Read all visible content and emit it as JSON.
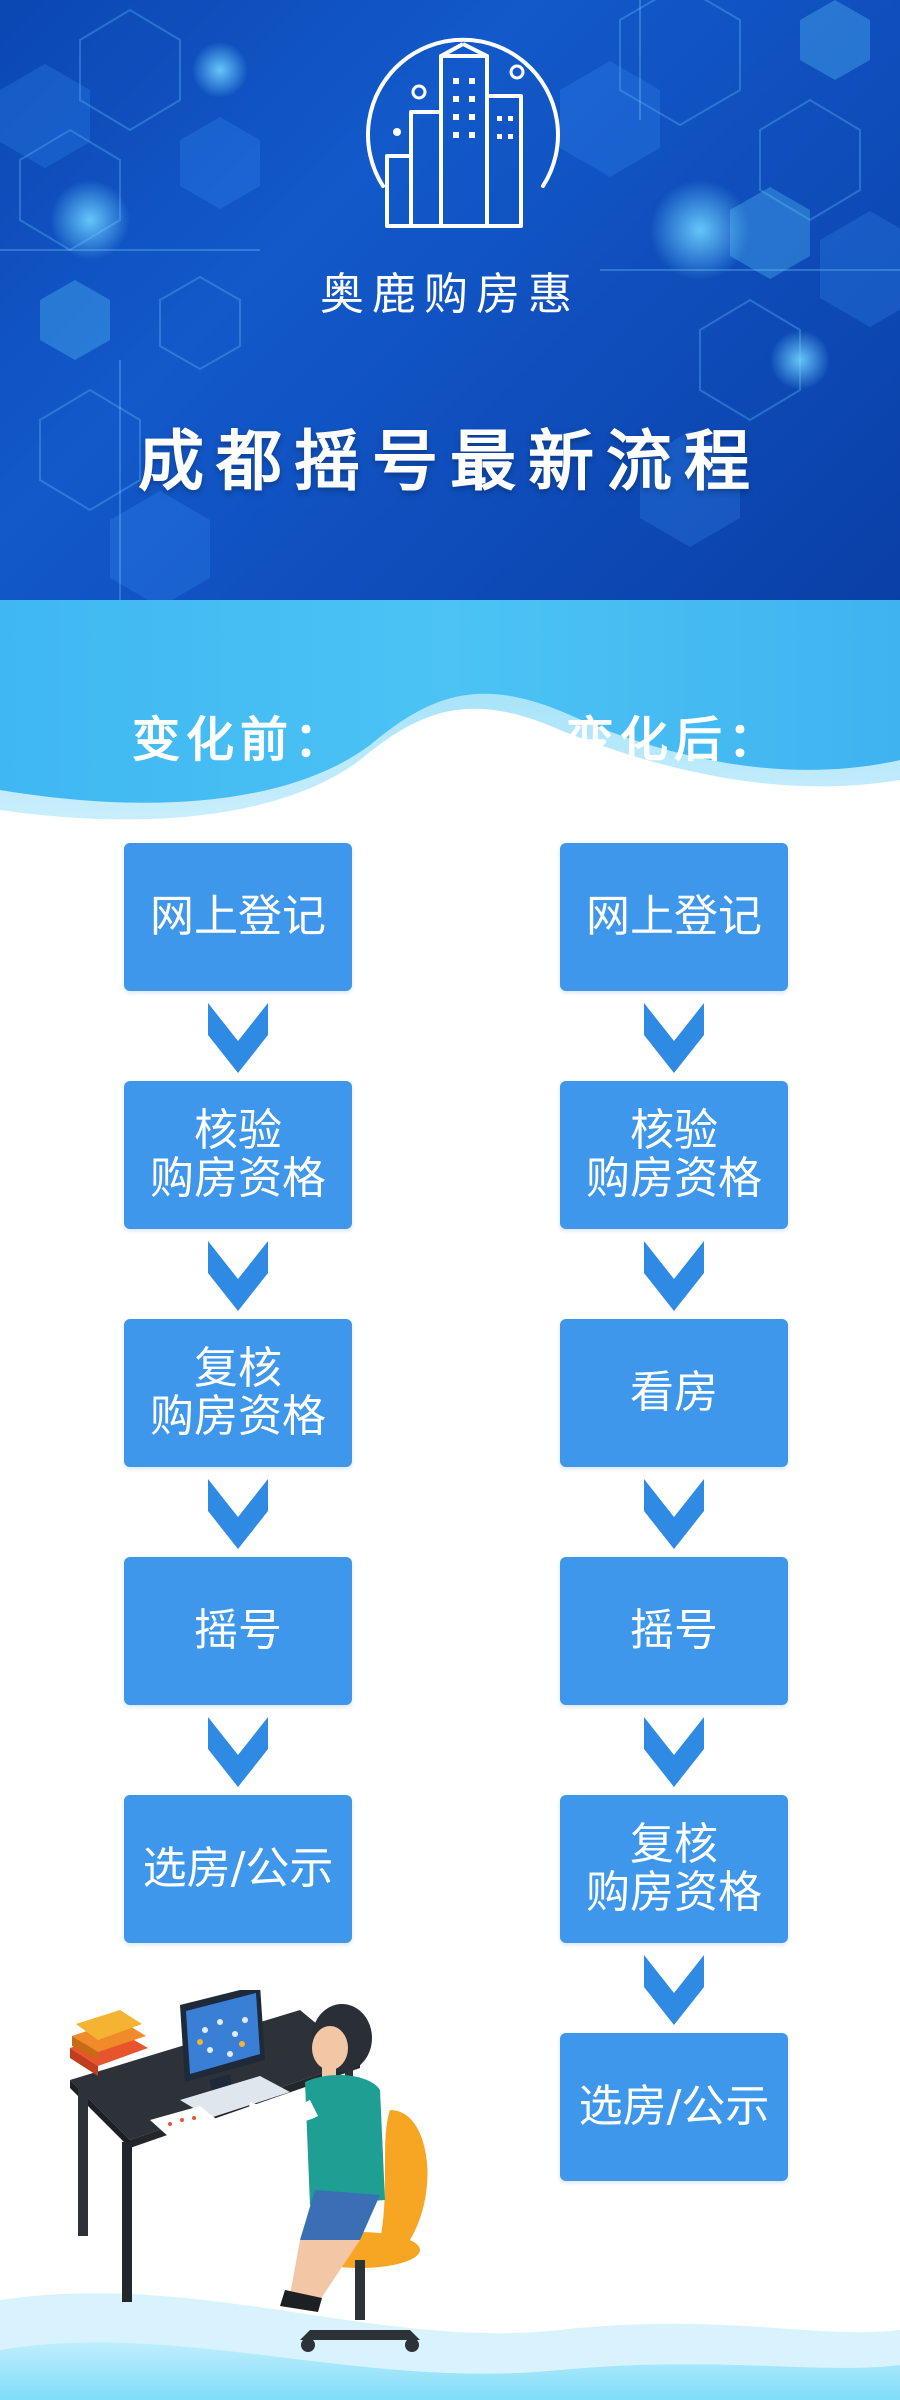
{
  "brand": {
    "name": "奥鹿购房惠",
    "logo_icon": "city-buildings-icon"
  },
  "title": "成都摇号最新流程",
  "colors": {
    "header_blue": "#0f4fbd",
    "step_blue": "#3e97ea",
    "arrow_blue": "#2f8ae3",
    "wave_cyan": "#4cc3f4"
  },
  "before": {
    "heading": "变化前：",
    "steps": [
      "网上登记",
      "核验\n购房资格",
      "复核\n购房资格",
      "摇号",
      "选房/公示"
    ]
  },
  "after": {
    "heading": "变化后：",
    "steps": [
      "网上登记",
      "核验\n购房资格",
      "看房",
      "摇号",
      "复核\n购房资格",
      "选房/公示"
    ]
  },
  "illustration": {
    "icon": "woman-at-computer-illustration"
  }
}
